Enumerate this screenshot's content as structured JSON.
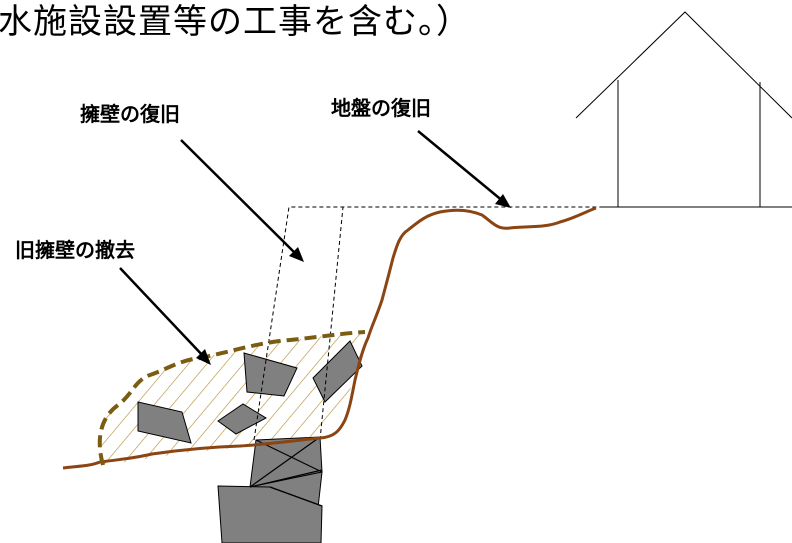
{
  "heading": "水施設設置等の工事を含む。）",
  "labels": {
    "retaining_wall_restore": "擁壁の復旧",
    "ground_restore": "地盤の復旧",
    "old_wall_removal": "旧擁壁の撤去"
  },
  "colors": {
    "soil_line": "#8b4513",
    "removal_boundary": "#7a5c12",
    "hatch": "#b08a30",
    "stone_fill": "#808080",
    "outline": "#000000"
  }
}
